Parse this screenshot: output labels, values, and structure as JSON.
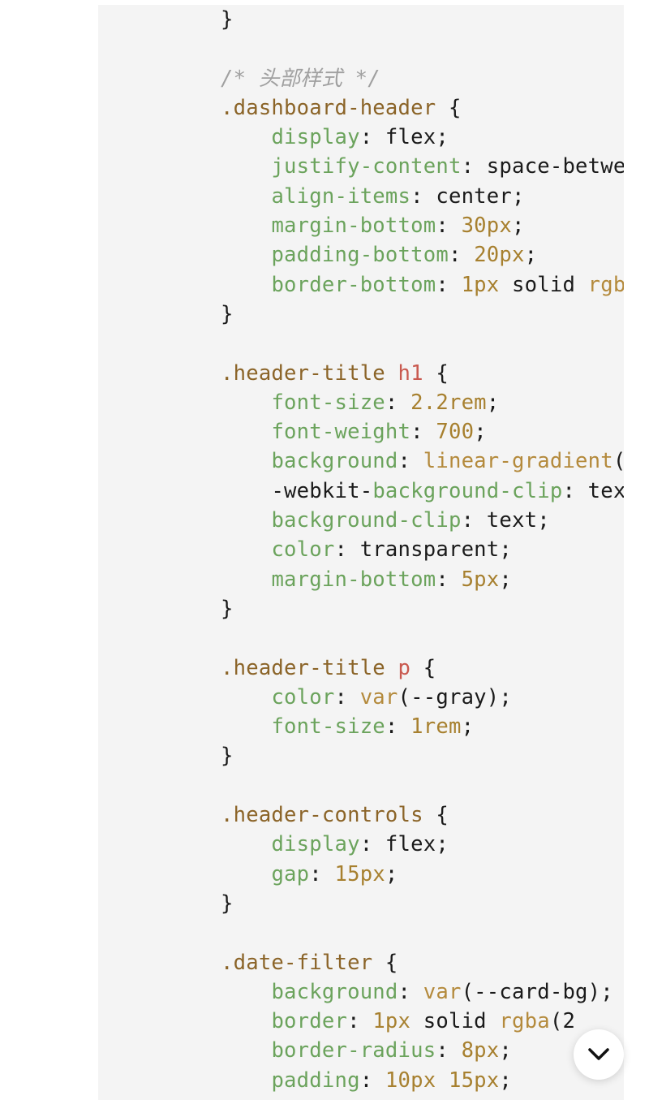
{
  "code": {
    "lines": [
      [
        [
          "punc",
          "}"
        ]
      ],
      [],
      [
        [
          "cm",
          "/* 头部样式 */"
        ]
      ],
      [
        [
          "sel",
          ".dashboard-header"
        ],
        [
          "punc",
          " {"
        ]
      ],
      [
        [
          "punc",
          "    "
        ],
        [
          "prop",
          "display"
        ],
        [
          "punc",
          ": "
        ],
        [
          "val",
          "flex"
        ],
        [
          "punc",
          ";"
        ]
      ],
      [
        [
          "punc",
          "    "
        ],
        [
          "prop",
          "justify-content"
        ],
        [
          "punc",
          ": "
        ],
        [
          "val",
          "space-between;"
        ]
      ],
      [
        [
          "punc",
          "    "
        ],
        [
          "prop",
          "align-items"
        ],
        [
          "punc",
          ": "
        ],
        [
          "val",
          "center"
        ],
        [
          "punc",
          ";"
        ]
      ],
      [
        [
          "punc",
          "    "
        ],
        [
          "prop",
          "margin-bottom"
        ],
        [
          "punc",
          ": "
        ],
        [
          "num",
          "30px"
        ],
        [
          "punc",
          ";"
        ]
      ],
      [
        [
          "punc",
          "    "
        ],
        [
          "prop",
          "padding-bottom"
        ],
        [
          "punc",
          ": "
        ],
        [
          "num",
          "20px"
        ],
        [
          "punc",
          ";"
        ]
      ],
      [
        [
          "punc",
          "    "
        ],
        [
          "prop",
          "border-bottom"
        ],
        [
          "punc",
          ": "
        ],
        [
          "num",
          "1px"
        ],
        [
          "val",
          " solid "
        ],
        [
          "fn",
          "rgba"
        ],
        [
          "punc",
          "("
        ]
      ],
      [
        [
          "punc",
          "}"
        ]
      ],
      [],
      [
        [
          "sel",
          ".header-title "
        ],
        [
          "tag",
          "h1"
        ],
        [
          "punc",
          " {"
        ]
      ],
      [
        [
          "punc",
          "    "
        ],
        [
          "prop",
          "font-size"
        ],
        [
          "punc",
          ": "
        ],
        [
          "num",
          "2.2rem"
        ],
        [
          "punc",
          ";"
        ]
      ],
      [
        [
          "punc",
          "    "
        ],
        [
          "prop",
          "font-weight"
        ],
        [
          "punc",
          ": "
        ],
        [
          "num",
          "700"
        ],
        [
          "punc",
          ";"
        ]
      ],
      [
        [
          "punc",
          "    "
        ],
        [
          "prop",
          "background"
        ],
        [
          "punc",
          ": "
        ],
        [
          "fn",
          "linear-gradient"
        ],
        [
          "punc",
          "("
        ]
      ],
      [
        [
          "punc",
          "    "
        ],
        [
          "val",
          "-webkit-"
        ],
        [
          "prop",
          "background-clip"
        ],
        [
          "punc",
          ": "
        ],
        [
          "val",
          "text;"
        ]
      ],
      [
        [
          "punc",
          "    "
        ],
        [
          "prop",
          "background-clip"
        ],
        [
          "punc",
          ": "
        ],
        [
          "val",
          "text"
        ],
        [
          "punc",
          ";"
        ]
      ],
      [
        [
          "punc",
          "    "
        ],
        [
          "prop",
          "color"
        ],
        [
          "punc",
          ": "
        ],
        [
          "val",
          "transparent"
        ],
        [
          "punc",
          ";"
        ]
      ],
      [
        [
          "punc",
          "    "
        ],
        [
          "prop",
          "margin-bottom"
        ],
        [
          "punc",
          ": "
        ],
        [
          "num",
          "5px"
        ],
        [
          "punc",
          ";"
        ]
      ],
      [
        [
          "punc",
          "}"
        ]
      ],
      [],
      [
        [
          "sel",
          ".header-title "
        ],
        [
          "tag",
          "p"
        ],
        [
          "punc",
          " {"
        ]
      ],
      [
        [
          "punc",
          "    "
        ],
        [
          "prop",
          "color"
        ],
        [
          "punc",
          ": "
        ],
        [
          "fn",
          "var"
        ],
        [
          "punc",
          "(--gray);"
        ]
      ],
      [
        [
          "punc",
          "    "
        ],
        [
          "prop",
          "font-size"
        ],
        [
          "punc",
          ": "
        ],
        [
          "num",
          "1rem"
        ],
        [
          "punc",
          ";"
        ]
      ],
      [
        [
          "punc",
          "}"
        ]
      ],
      [],
      [
        [
          "sel",
          ".header-controls"
        ],
        [
          "punc",
          " {"
        ]
      ],
      [
        [
          "punc",
          "    "
        ],
        [
          "prop",
          "display"
        ],
        [
          "punc",
          ": "
        ],
        [
          "val",
          "flex"
        ],
        [
          "punc",
          ";"
        ]
      ],
      [
        [
          "punc",
          "    "
        ],
        [
          "prop",
          "gap"
        ],
        [
          "punc",
          ": "
        ],
        [
          "num",
          "15px"
        ],
        [
          "punc",
          ";"
        ]
      ],
      [
        [
          "punc",
          "}"
        ]
      ],
      [],
      [
        [
          "sel",
          ".date-filter"
        ],
        [
          "punc",
          " {"
        ]
      ],
      [
        [
          "punc",
          "    "
        ],
        [
          "prop",
          "background"
        ],
        [
          "punc",
          ": "
        ],
        [
          "fn",
          "var"
        ],
        [
          "punc",
          "(--card-bg);"
        ]
      ],
      [
        [
          "punc",
          "    "
        ],
        [
          "prop",
          "border"
        ],
        [
          "punc",
          ": "
        ],
        [
          "num",
          "1px"
        ],
        [
          "val",
          " solid "
        ],
        [
          "fn",
          "rgba"
        ],
        [
          "punc",
          "(2"
        ]
      ],
      [
        [
          "punc",
          "    "
        ],
        [
          "prop",
          "border-radius"
        ],
        [
          "punc",
          ": "
        ],
        [
          "num",
          "8px"
        ],
        [
          "punc",
          ";"
        ]
      ],
      [
        [
          "punc",
          "    "
        ],
        [
          "prop",
          "padding"
        ],
        [
          "punc",
          ": "
        ],
        [
          "num",
          "10px 15px"
        ],
        [
          "punc",
          ";"
        ]
      ]
    ]
  },
  "scroll_button": {
    "icon": "chevron-down-icon"
  }
}
